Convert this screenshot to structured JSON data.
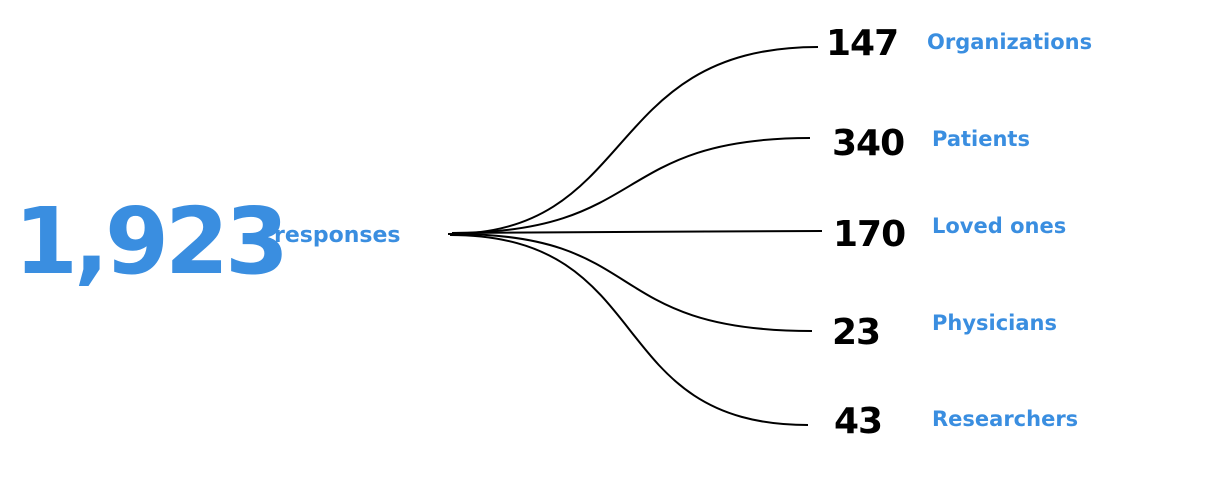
{
  "total": {
    "value": "1,923",
    "label": "responses"
  },
  "branches": [
    {
      "count": "147",
      "label": "Organizations"
    },
    {
      "count": "340",
      "label": "Patients"
    },
    {
      "count": "170",
      "label": "Loved ones"
    },
    {
      "count": "23",
      "label": "Physicians"
    },
    {
      "count": "43",
      "label": "Researchers"
    }
  ],
  "colors": {
    "accent": "#3a8ee0",
    "line": "#000000"
  }
}
